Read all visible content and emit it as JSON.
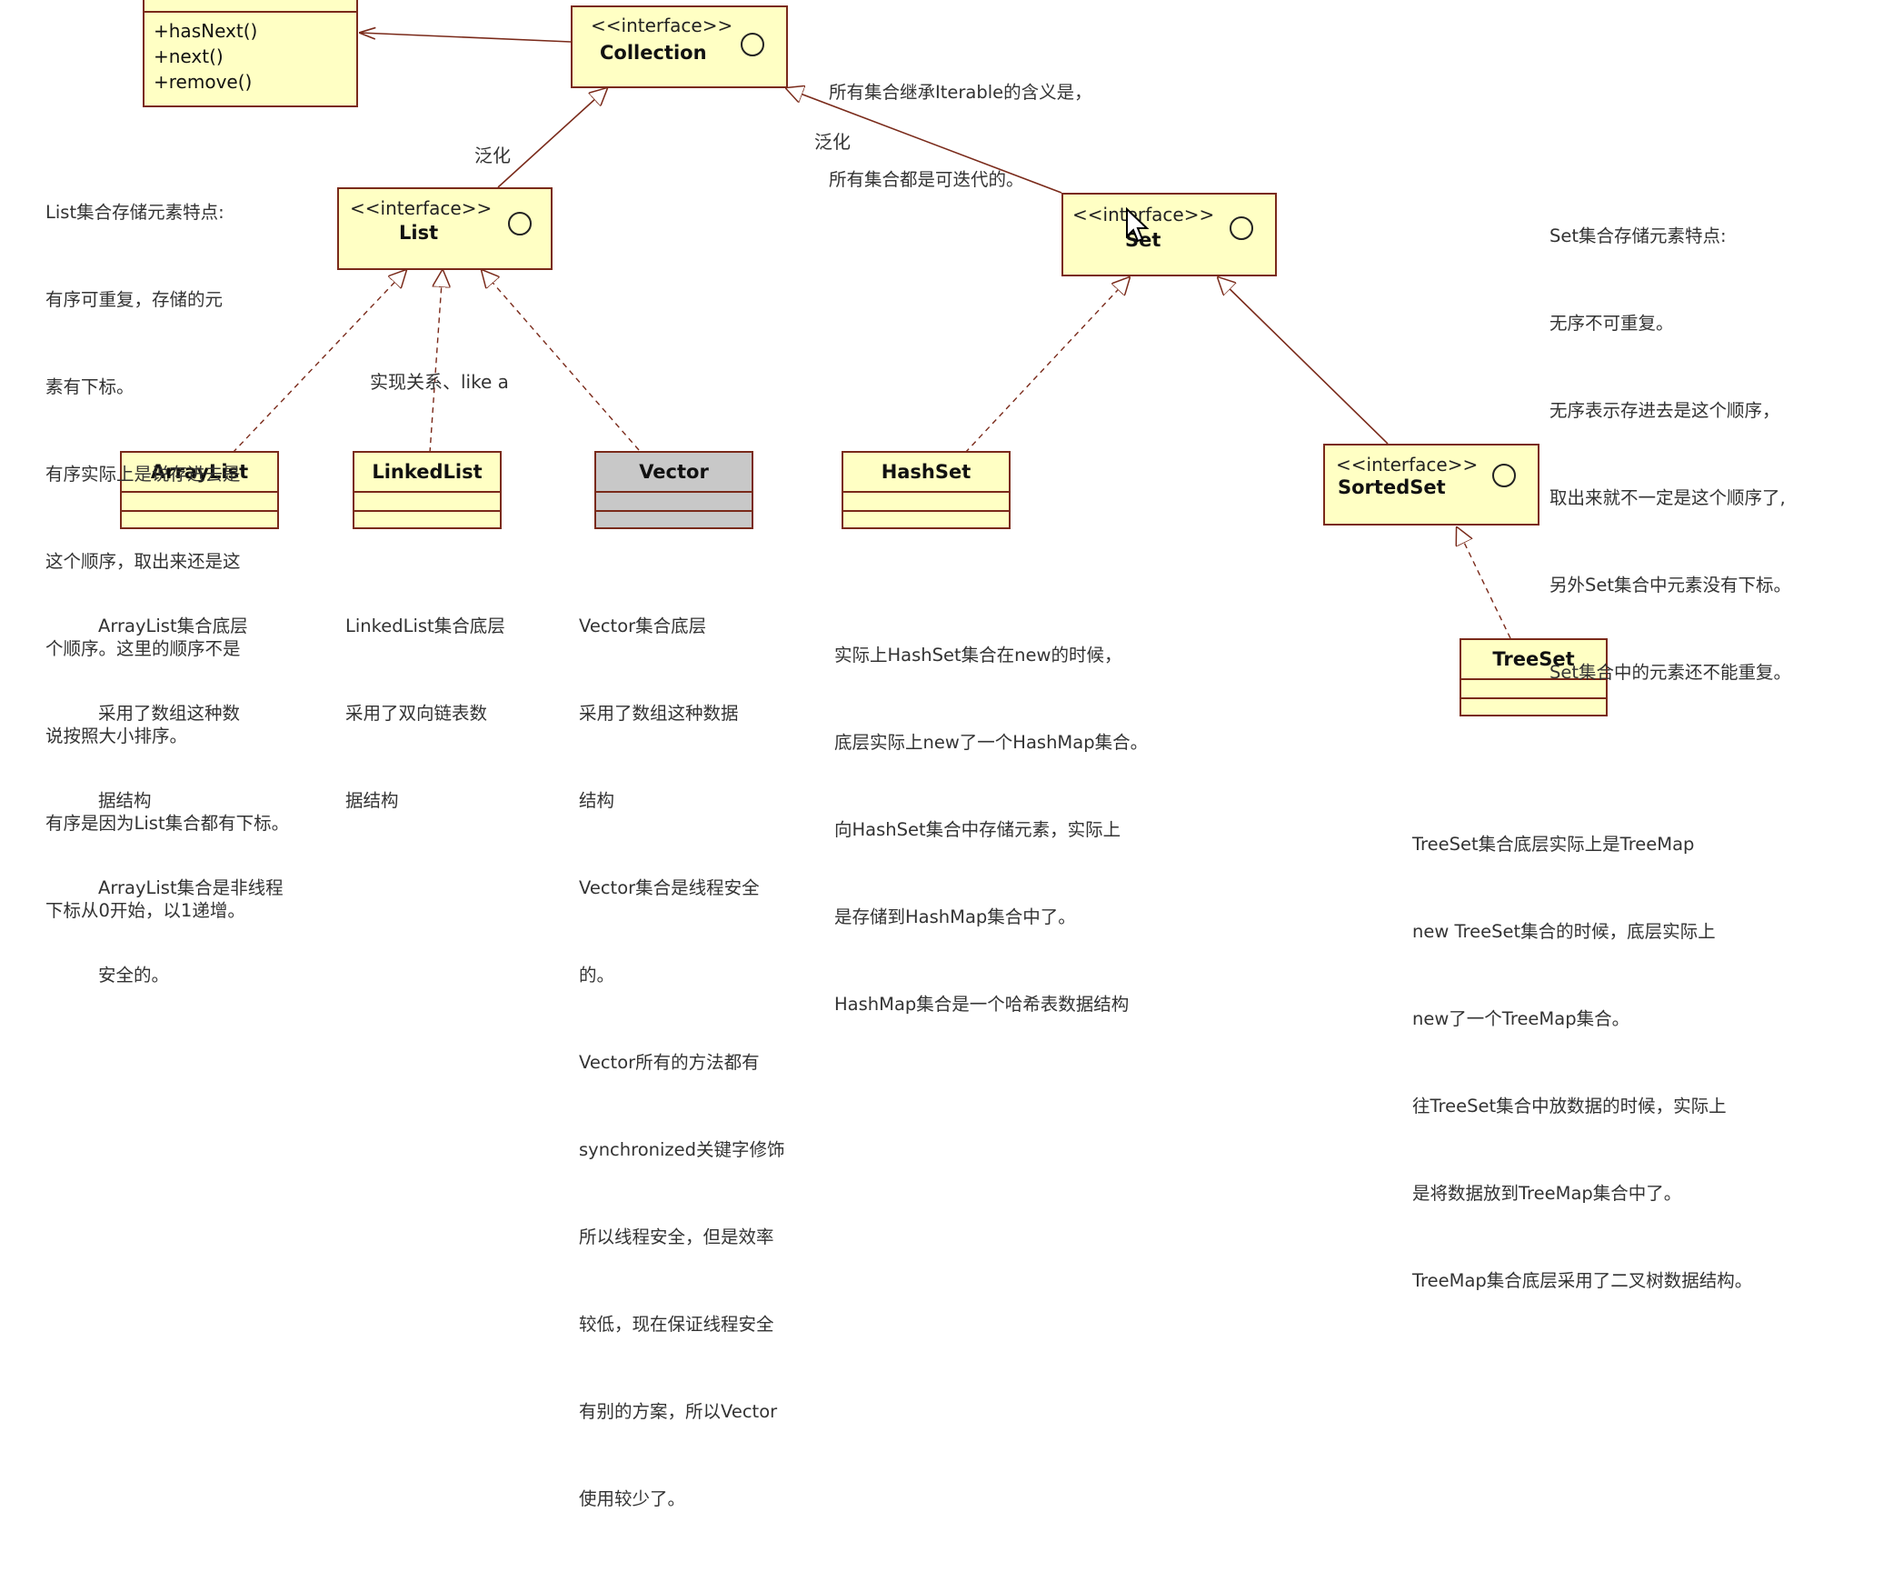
{
  "iterator_box": {
    "methods": [
      "+hasNext()",
      "+next()",
      "+remove()"
    ]
  },
  "interfaces": {
    "collection": {
      "stereotype": "<<interface>>",
      "name": "Collection"
    },
    "list": {
      "stereotype": "<<interface>>",
      "name": "List"
    },
    "set": {
      "stereotype": "<<interface>>",
      "name": "Set"
    },
    "sorted_set": {
      "stereotype": "<<interface>>",
      "name": "SortedSet"
    }
  },
  "classes": {
    "array_list": "ArrayList",
    "linked_list": "LinkedList",
    "vector": "Vector",
    "hash_set": "HashSet",
    "tree_set": "TreeSet"
  },
  "edge_labels": {
    "generalization_left": "泛化",
    "generalization_right": "泛化",
    "realization": "实现关系、like a"
  },
  "notes": {
    "collection": [
      "所有集合继承Iterable的含义是，",
      "所有集合都是可迭代的。"
    ],
    "list": [
      "List集合存储元素特点:",
      "有序可重复，存储的元",
      "素有下标。",
      "有序实际上是说存进去是",
      "这个顺序，取出来还是这",
      "个顺序。这里的顺序不是",
      "说按照大小排序。",
      "有序是因为List集合都有下标。",
      "下标从0开始，以1递增。"
    ],
    "set": [
      "Set集合存储元素特点:",
      "无序不可重复。",
      "无序表示存进去是这个顺序，",
      "取出来就不一定是这个顺序了,",
      "另外Set集合中元素没有下标。",
      "Set集合中的元素还不能重复。"
    ],
    "array_list": [
      "ArrayList集合底层",
      "采用了数组这种数",
      "据结构",
      "ArrayList集合是非线程",
      "安全的。"
    ],
    "linked_list": [
      "LinkedList集合底层",
      "采用了双向链表数",
      "据结构"
    ],
    "vector": [
      "Vector集合底层",
      "采用了数组这种数据",
      "结构",
      "Vector集合是线程安全",
      "的。",
      "Vector所有的方法都有",
      "synchronized关键字修饰",
      "所以线程安全，但是效率",
      "较低，现在保证线程安全",
      "有别的方案，所以Vector",
      "使用较少了。"
    ],
    "hash_set": [
      "实际上HashSet集合在new的时候，",
      "底层实际上new了一个HashMap集合。",
      "向HashSet集合中存储元素，实际上",
      "是存储到HashMap集合中了。",
      "HashMap集合是一个哈希表数据结构"
    ],
    "tree_set": [
      "TreeSet集合底层实际上是TreeMap",
      "new TreeSet集合的时候，底层实际上",
      "new了一个TreeMap集合。",
      "往TreeSet集合中放数据的时候，实际上",
      "是将数据放到TreeMap集合中了。",
      "TreeMap集合底层采用了二叉树数据结构。"
    ]
  },
  "colors": {
    "box_fill": "#ffffc4",
    "box_border": "#7a2a1a",
    "vector_fill": "#c8c8c8",
    "line": "#7a2a1a"
  }
}
